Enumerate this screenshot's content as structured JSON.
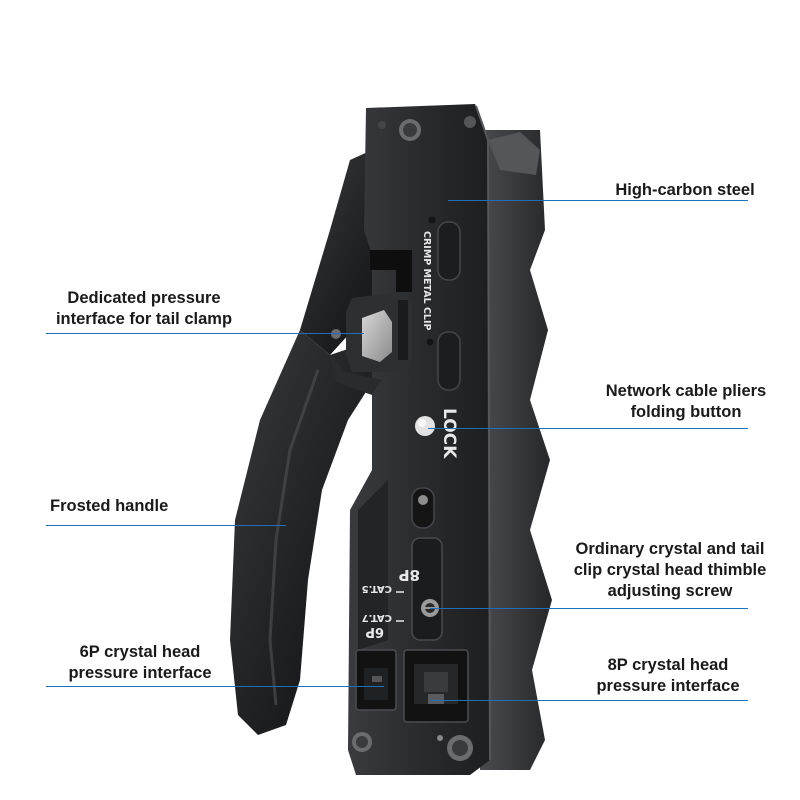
{
  "labels": {
    "high_carbon_steel": "High-carbon steel",
    "tail_clamp_interface": [
      "Dedicated pressure",
      "interface for tail clamp"
    ],
    "folding_button": [
      "Network cable pliers",
      "folding button"
    ],
    "frosted_handle": "Frosted handle",
    "thimble_screw": [
      "Ordinary crystal and tail",
      "clip crystal head thimble",
      "adjusting screw"
    ],
    "crystal_6p": [
      "6P crystal head",
      "pressure interface"
    ],
    "crystal_8p": [
      "8P crystal head",
      "pressure interface"
    ]
  },
  "tool_markings": {
    "crimp": "CRIMP METAL CLIP",
    "lock": "LOCK",
    "p8": "8P",
    "p6": "6P",
    "cat5": "CAT.5",
    "cat7": "CAT.7"
  },
  "colors": {
    "leader_line": "#1f6fb8",
    "tool_body": "#2b2c2e",
    "handle": "#1e1f21"
  }
}
